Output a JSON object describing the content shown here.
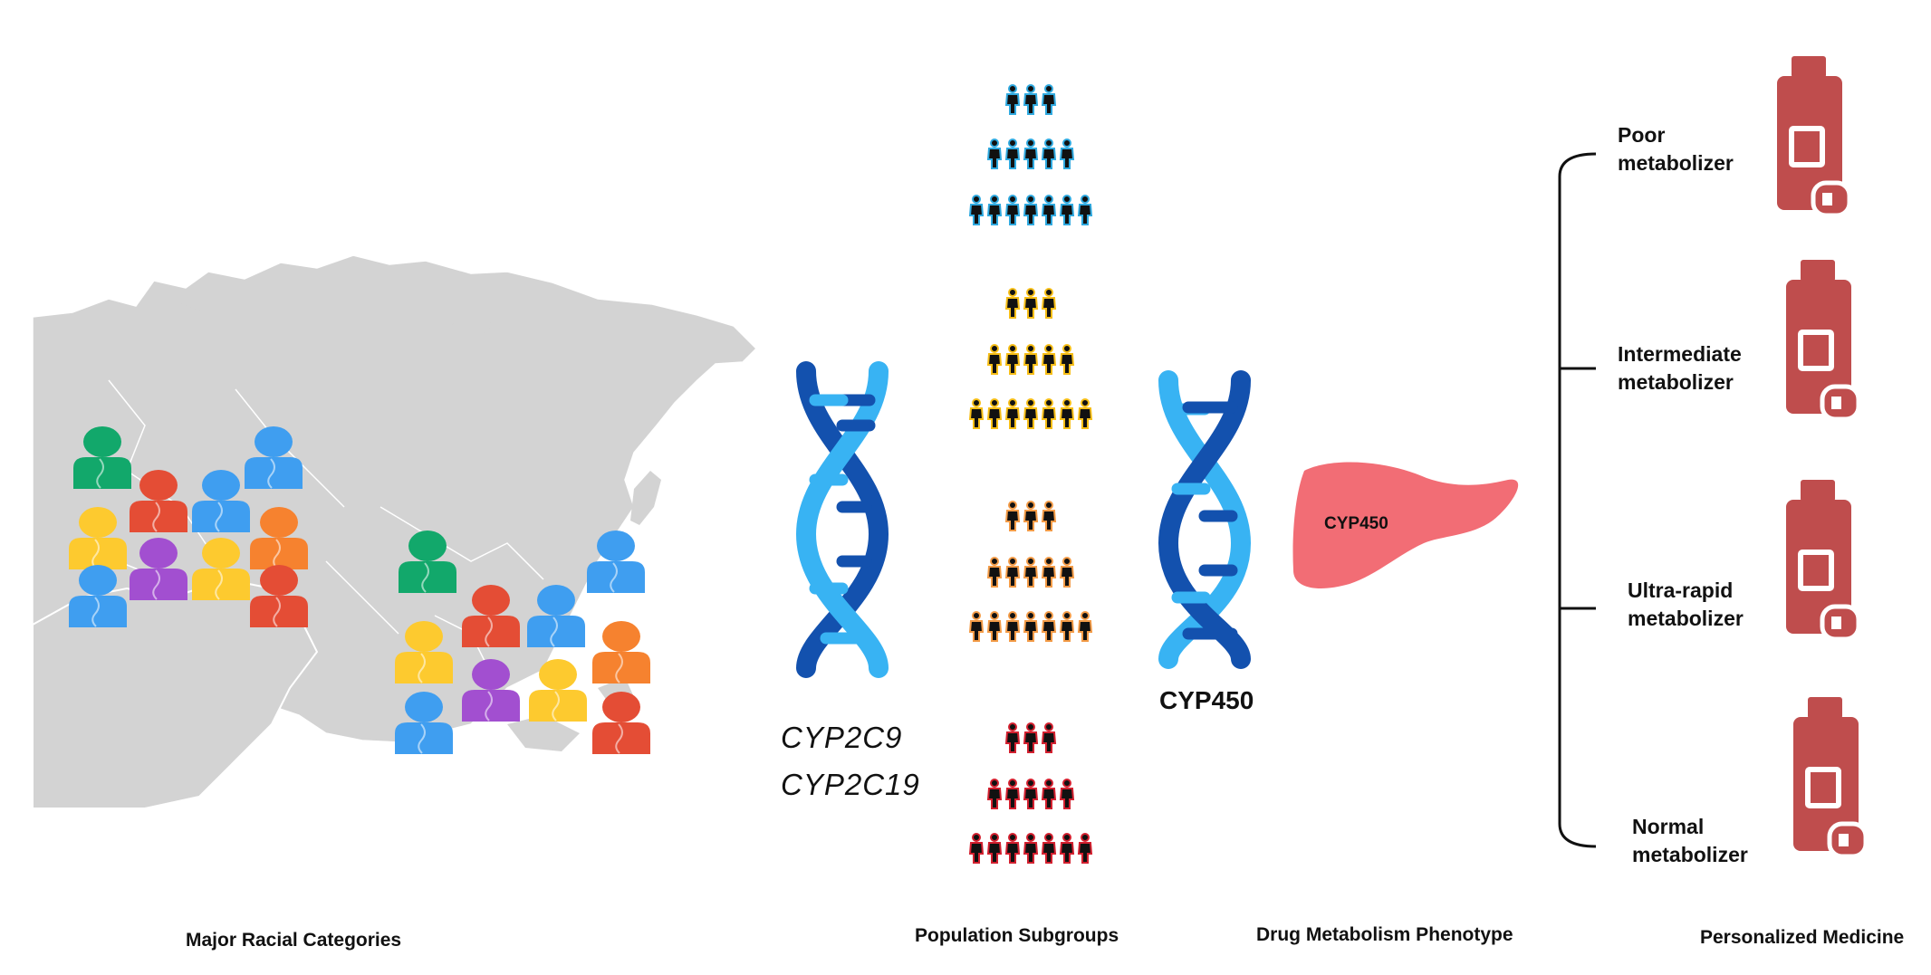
{
  "labels": {
    "major_racial_categories": "Major Racial Categories",
    "population_subgroups": "Population Subgroups",
    "drug_metabolism_phenotype": "Drug Metabolism Phenotype",
    "personalized_medicine": "Personalized Medicine"
  },
  "genes": {
    "gene1": "CYP2C9",
    "gene2": "CYP2C19"
  },
  "cyp450_dna_label": "CYP450",
  "liver_label": "CYP450",
  "phenotypes": [
    {
      "line1": "Poor",
      "line2": "metabolizer"
    },
    {
      "line1": "Intermediate",
      "line2": "metabolizer"
    },
    {
      "line1": "Ultra-rapid",
      "line2": "metabolizer"
    },
    {
      "line1": "Normal",
      "line2": "metabolizer"
    }
  ],
  "colors": {
    "map": "#d3d3d3",
    "person_green": "#12a86b",
    "person_red": "#e44d35",
    "person_blue": "#3f9ef0",
    "person_yellow": "#fdca2f",
    "person_purple": "#a24fd0",
    "person_orange": "#f6822f",
    "dna_light": "#38b3f3",
    "dna_dark": "#1351ae",
    "pop_blue": "#2fa9df",
    "pop_yellow": "#f6be17",
    "pop_orange": "#f39b47",
    "pop_red": "#d3202f",
    "liver": "#f26d75",
    "bottle": "#bf4d4d"
  }
}
